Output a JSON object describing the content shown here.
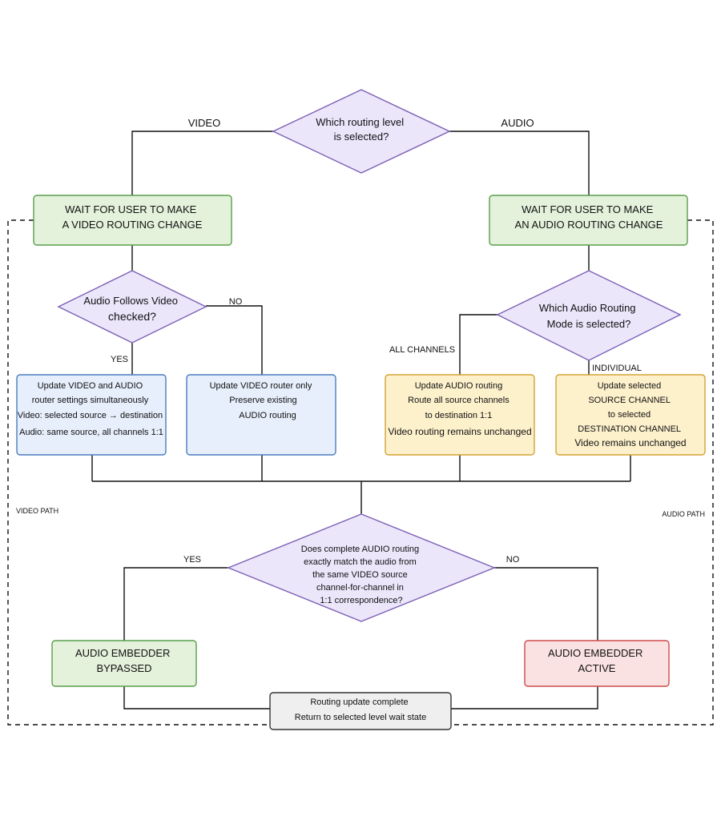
{
  "diagram": {
    "top_decision": {
      "lines": [
        "Which routing level",
        "is selected?"
      ]
    },
    "branch_video_label": "VIDEO",
    "branch_audio_label": "AUDIO",
    "wait_video": {
      "lines": [
        "WAIT FOR USER TO MAKE",
        "A VIDEO ROUTING CHANGE"
      ]
    },
    "wait_audio": {
      "lines": [
        "WAIT FOR USER TO MAKE",
        "AN AUDIO ROUTING CHANGE"
      ]
    },
    "afv_decision": {
      "lines": [
        "Audio Follows Video",
        "checked?"
      ]
    },
    "afv_no_label": "NO",
    "afv_yes_label": "YES",
    "audio_mode_decision": {
      "lines": [
        "Which Audio Routing",
        "Mode is selected?"
      ]
    },
    "all_channels_label": "ALL CHANNELS",
    "individual_label": "INDIVIDUAL",
    "box_video_audio": {
      "lines": [
        "Update VIDEO and AUDIO",
        "router settings simultaneously",
        "Video: selected source → destination",
        "Audio: same source, all channels 1:1"
      ]
    },
    "box_video_only": {
      "lines": [
        "Update VIDEO router only",
        "Preserve existing",
        "AUDIO routing"
      ]
    },
    "box_audio_all": {
      "lines": [
        "Update AUDIO routing",
        "Route all source channels",
        "to destination 1:1",
        "Video routing remains unchanged"
      ]
    },
    "box_audio_individual": {
      "lines": [
        "Update selected",
        "SOURCE CHANNEL",
        "to selected",
        "DESTINATION CHANNEL",
        "Video remains unchanged"
      ]
    },
    "video_path_label": "VIDEO PATH",
    "audio_path_label": "AUDIO PATH",
    "match_decision": {
      "lines": [
        "Does complete AUDIO routing",
        "exactly match the audio from",
        "the same VIDEO source",
        "channel-for-channel in",
        "1:1 correspondence?"
      ]
    },
    "match_yes_label": "YES",
    "match_no_label": "NO",
    "embedder_bypassed": {
      "lines": [
        "AUDIO EMBEDDER",
        "BYPASSED"
      ]
    },
    "embedder_active": {
      "lines": [
        "AUDIO EMBEDDER",
        "ACTIVE"
      ]
    },
    "complete_box": {
      "lines": [
        "Routing update complete",
        "Return to selected level wait state"
      ]
    }
  },
  "colors": {
    "decision_fill": "#ece6fb",
    "decision_stroke": "#7b5fb5",
    "green_fill": "#e4f2dc",
    "green_stroke": "#5a9e4a",
    "blue_fill": "#e6effb",
    "blue_stroke": "#4a7cc0",
    "yellow_fill": "#fdf1cc",
    "yellow_stroke": "#d3a234",
    "red_fill": "#fbe2e2",
    "red_stroke": "#cc4a4a",
    "gray_fill": "#efefef",
    "gray_stroke": "#333333",
    "line": "#111111"
  }
}
